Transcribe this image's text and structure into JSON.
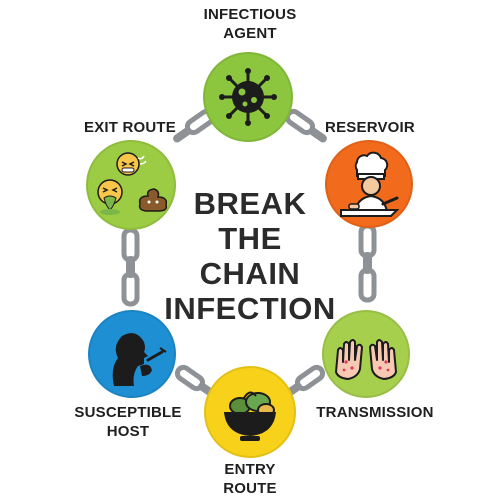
{
  "title": {
    "lines": [
      "BREAK",
      "THE",
      "CHAIN",
      "INFECTION"
    ]
  },
  "nodes": {
    "infectious_agent": {
      "label_lines": [
        "INFECTIOUS",
        "AGENT"
      ],
      "color": "#8cc63f",
      "icon": "virus-icon"
    },
    "reservoir": {
      "label_lines": [
        "RESERVOIR"
      ],
      "color": "#f26a1b",
      "icon": "chef-cutting-icon"
    },
    "transmission": {
      "label_lines": [
        "TRANSMISSION"
      ],
      "color": "#a5cf4c",
      "icon": "hands-icon"
    },
    "entry_route": {
      "label_lines": [
        "ENTRY",
        "ROUTE"
      ],
      "color": "#f7d11a",
      "icon": "food-bowl-icon"
    },
    "susceptible_host": {
      "label_lines": [
        "SUSCEPTIBLE",
        "HOST"
      ],
      "color": "#1f8fd3",
      "icon": "person-eating-icon"
    },
    "exit_route": {
      "label_lines": [
        "EXIT ROUTE"
      ],
      "color": "#9ccc43",
      "icon": "sick-faces-poop-icon"
    }
  },
  "colors": {
    "chain": "#8e9196",
    "chain_dark": "#5f6266",
    "title": "#2b2b2b"
  }
}
